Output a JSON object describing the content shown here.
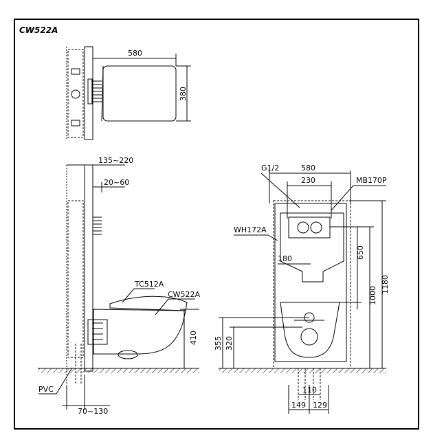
{
  "title": "CW522A",
  "top_view": {
    "dim_width": "580",
    "dim_depth": "380"
  },
  "side_view": {
    "dim_wall_range": "135~220",
    "dim_gap_range": "20~60",
    "label_seat": "TC512A",
    "label_bowl": "CW522A",
    "dim_height": "410",
    "label_pipe": "PVC",
    "dim_bottom_range": "70~130"
  },
  "front_view": {
    "label_inlet": "G1/2",
    "dim_frame_width": "580",
    "dim_inlet_offset": "230",
    "label_plate": "MB170P",
    "label_support": "WH172A",
    "dim_180": "180",
    "dim_650": "650",
    "dim_1000": "1000",
    "dim_1180": "1180",
    "dim_355": "355",
    "dim_320": "320",
    "dim_110": "110",
    "dim_149": "149",
    "dim_129": "129"
  }
}
